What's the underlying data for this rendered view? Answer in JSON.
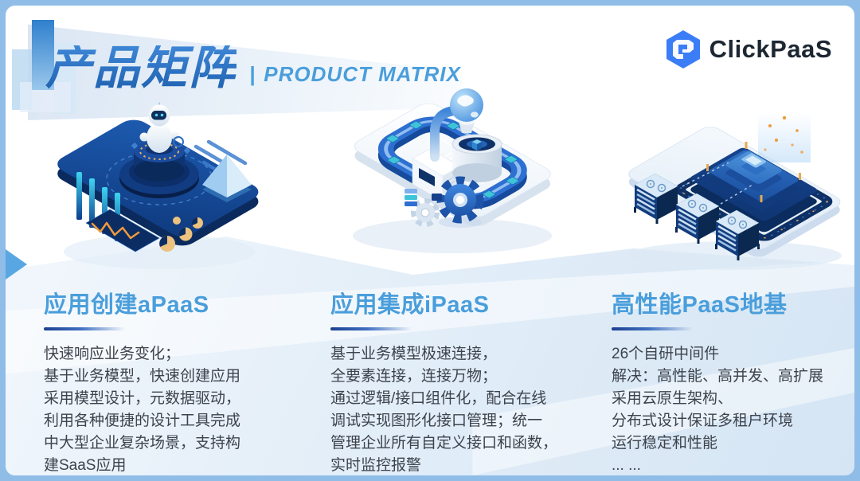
{
  "header": {
    "title_cn": "产品矩阵",
    "divider": "|",
    "title_en": "PRODUCT MATRIX",
    "brand": {
      "name": "ClickPaaS",
      "icon": "clickpaas-hexagon-logo"
    }
  },
  "columns": [
    {
      "id": "apaas",
      "illustration": "robot-dashboard-illustration",
      "heading": "应用创建aPaaS",
      "lines": [
        "快速响应业务变化；",
        "基于业务模型，快速创建应用",
        "采用模型设计，元数据驱动，",
        "利用各种便捷的设计工具完成",
        "中大型企业复杂场景，支持构",
        "建SaaS应用"
      ]
    },
    {
      "id": "ipaas",
      "illustration": "integration-pipeline-illustration",
      "heading": "应用集成iPaaS",
      "lines": [
        "基于业务模型极速连接，",
        "全要素连接，连接万物；",
        "通过逻辑/接口组件化，配合在线",
        "调试实现图形化接口管理；统一",
        "管理企业所有自定义接口和函数，",
        "实时监控报警"
      ]
    },
    {
      "id": "paas-foundation",
      "illustration": "server-foundation-illustration",
      "heading": "高性能PaaS地基",
      "lines": [
        "26个自研中间件",
        "解决：高性能、高并发、高扩展",
        "采用云原生架构、",
        "分布式设计保证多租户环境",
        "运行稳定和性能",
        "... ..."
      ]
    }
  ],
  "colors": {
    "accent": "#4a9edb",
    "title_gradient_start": "#3e86d6",
    "title_gradient_end": "#1d5fae",
    "underline": "#1c3f8f",
    "body_text": "#3d434d",
    "logo_blue": "#3b7df7",
    "logo_text": "#1d2733",
    "frame": "#8fbde8"
  }
}
